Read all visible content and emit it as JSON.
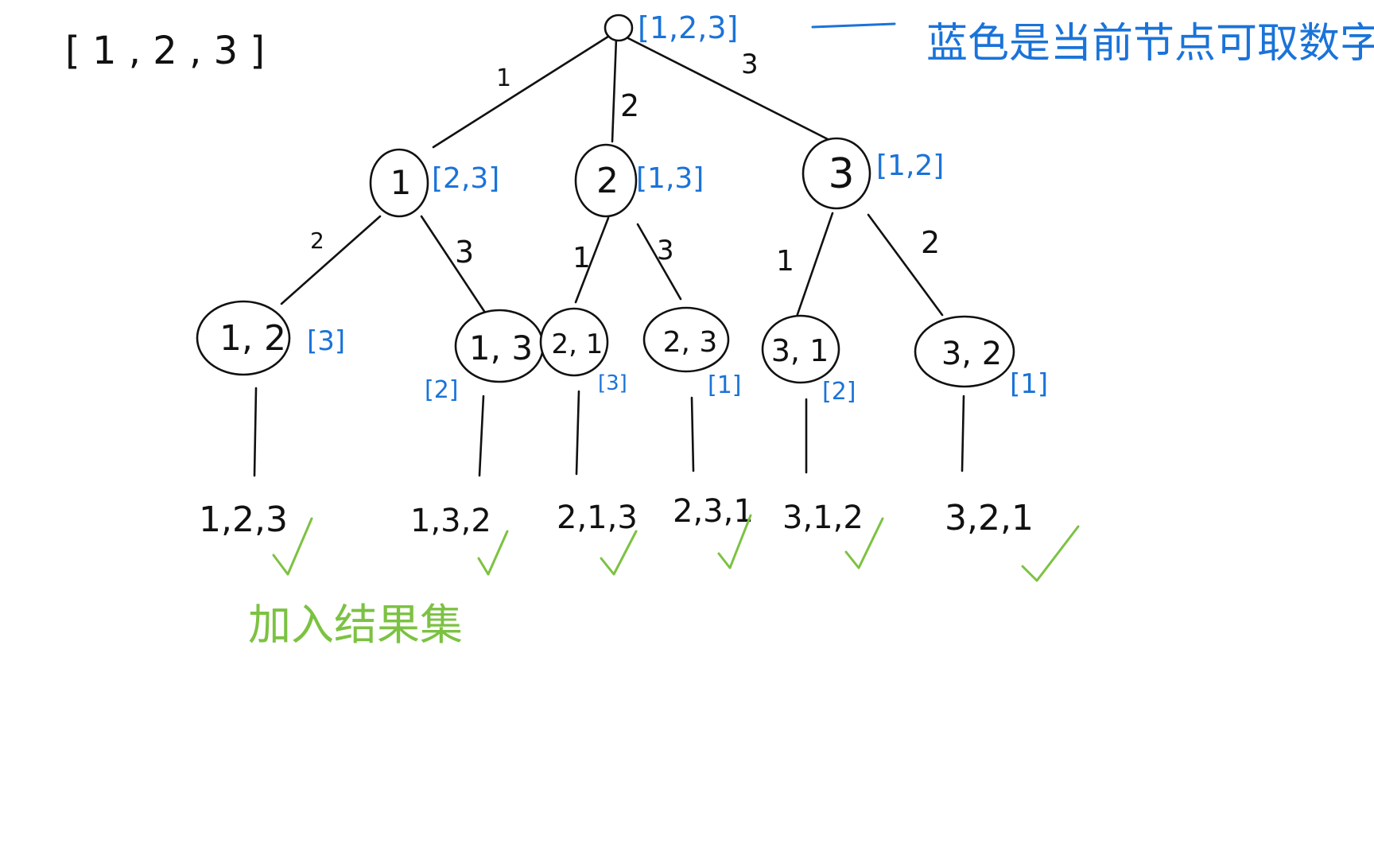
{
  "input_label": "[ 1 , 2 , 3 ]",
  "legend": {
    "text": "蓝色是当前节点可取数字",
    "color": "#1a73d9"
  },
  "result_label": {
    "text": "加入结果集",
    "color": "#7cc242"
  },
  "colors": {
    "ink": "#111111",
    "available": "#1a73d9",
    "accepted": "#7cc242"
  },
  "tree": {
    "root": {
      "label": "",
      "available": "[1,2,3]"
    },
    "level1": [
      {
        "edge": "1",
        "label": "1",
        "available": "[2,3]"
      },
      {
        "edge": "2",
        "label": "2",
        "available": "[1,3]"
      },
      {
        "edge": "3",
        "label": "3",
        "available": "[1,2]"
      }
    ],
    "level2": [
      {
        "edge": "2",
        "label": "1, 2",
        "available": "[3]"
      },
      {
        "edge": "3",
        "label": "1, 3",
        "available": "[2]"
      },
      {
        "edge": "1",
        "label": "2, 1",
        "available": "[3]"
      },
      {
        "edge": "3",
        "label": "2, 3",
        "available": "[1]"
      },
      {
        "edge": "1",
        "label": "3, 1",
        "available": "[2]"
      },
      {
        "edge": "2",
        "label": "3, 2",
        "available": "[1]"
      }
    ],
    "leaves": [
      "1,2,3",
      "1,3,2",
      "2,1,3",
      "2,3,1",
      "3,1,2",
      "3,2,1"
    ]
  }
}
